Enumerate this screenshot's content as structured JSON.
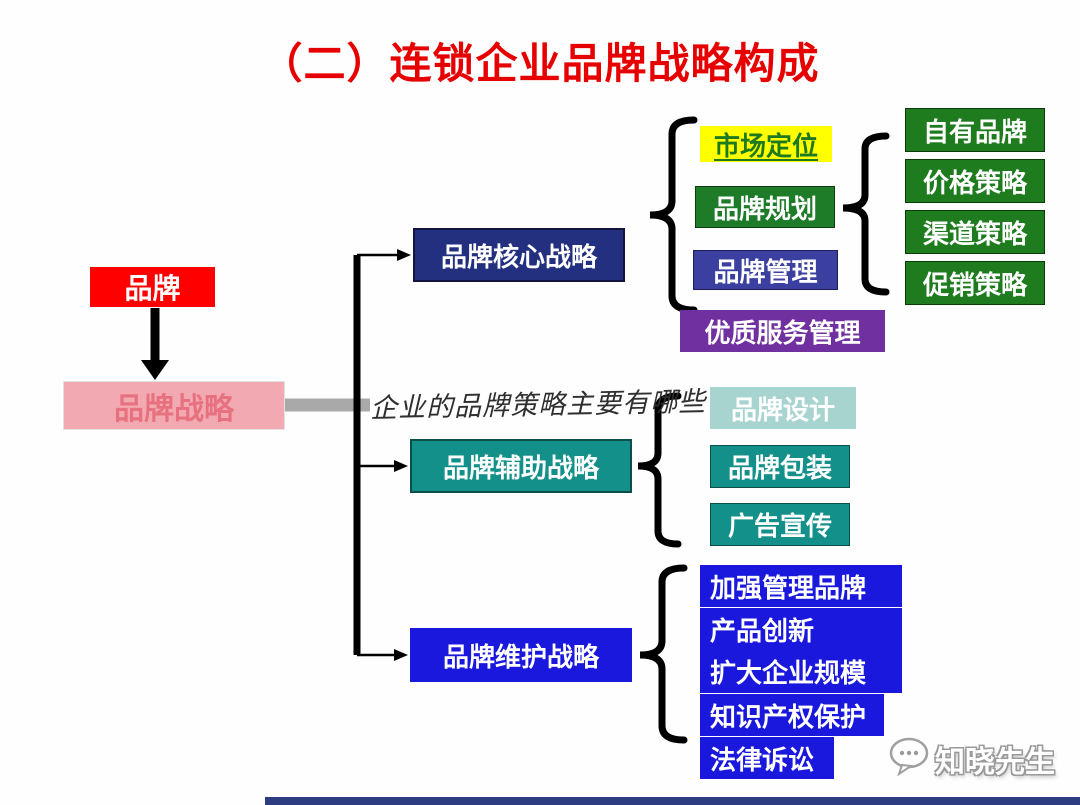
{
  "title": "（二）连锁企业品牌战略构成",
  "root": {
    "brand": "品牌",
    "brand_strategy": "品牌战略"
  },
  "level1": [
    {
      "id": "core",
      "label": "品牌核心战略"
    },
    {
      "id": "aux",
      "label": "品牌辅助战略"
    },
    {
      "id": "maintain",
      "label": "品牌维护战略"
    }
  ],
  "core_children": [
    {
      "label": "市场定位"
    },
    {
      "label": "品牌规划"
    },
    {
      "label": "品牌管理"
    },
    {
      "label": "优质服务管理"
    }
  ],
  "planning_children": [
    {
      "label": "自有品牌"
    },
    {
      "label": "价格策略"
    },
    {
      "label": "渠道策略"
    },
    {
      "label": "促销策略"
    }
  ],
  "aux_children": [
    {
      "label": "品牌设计"
    },
    {
      "label": "品牌包装"
    },
    {
      "label": "广告宣传"
    }
  ],
  "maintain_children": [
    {
      "label": "加强管理品牌"
    },
    {
      "label": "产品创新"
    },
    {
      "label": "扩大企业规模"
    },
    {
      "label": "知识产权保护"
    },
    {
      "label": "法律诉讼"
    }
  ],
  "annotation": "企业的品牌策略主要有哪些",
  "watermark": "知晓先生",
  "icons": {
    "watermark": "chat-bubble-icon"
  },
  "colors": {
    "title_red": "#e60000",
    "brand_bg": "#ff0000",
    "brand_strategy_bg": "#f2a9b1",
    "brand_strategy_text": "#e7717f",
    "core_bg": "#23307f",
    "aux_bg": "#14908a",
    "maintain_bg": "#1b18de",
    "market_positioning_bg": "#ffff00",
    "market_positioning_text": "#1e7a1e",
    "planning_bg": "#1e7b28",
    "management_bg": "#3b3f9f",
    "quality_bg": "#7030a0",
    "green_item_bg": "#1e7b1e",
    "design_bg": "#a8d4d0",
    "teal_bg": "#14908a",
    "blue_item_bg": "#1b18de",
    "gray_connector": "#a9a9a9",
    "bottom_bar": "#2b3c80"
  }
}
